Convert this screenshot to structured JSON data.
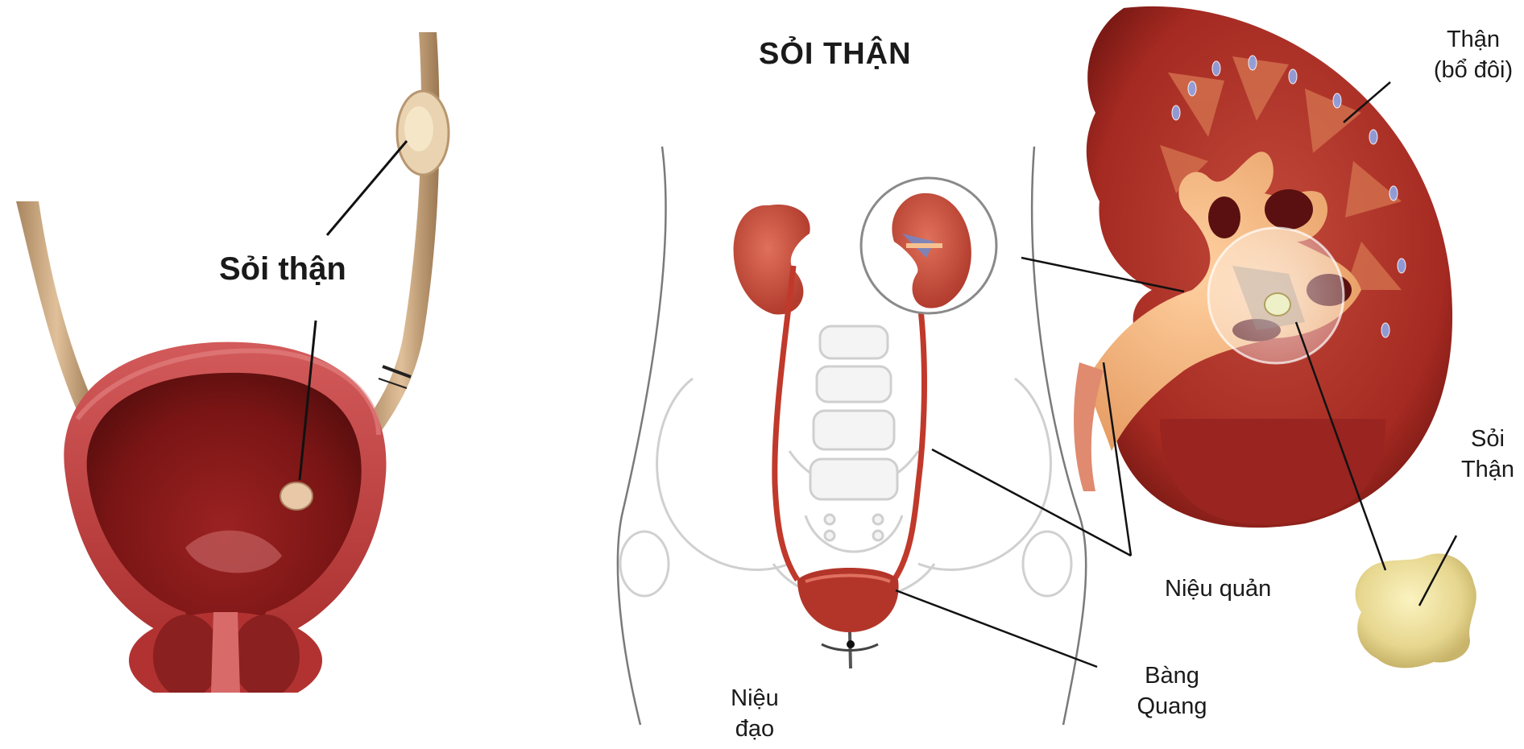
{
  "title": "SỎI THẬN",
  "left_panel": {
    "label": "Sỏi thận"
  },
  "labels": {
    "than_line1": "Thận",
    "than_line2": "(bổ đôi)",
    "soi_line1": "Sỏi",
    "soi_line2": "Thận",
    "nieu_quan": "Niệu quản",
    "bang_line1": "Bàng",
    "bang_line2": "Quang",
    "nieu_line1": "Niệu",
    "nieu_line2": "đạo"
  },
  "colors": {
    "organ_red": "#b02a2a",
    "organ_dark": "#7a1515",
    "ureter_tan": "#c9a27a",
    "cortex_light": "#f2b07a",
    "stone_yellow": "#e8dc9a"
  }
}
